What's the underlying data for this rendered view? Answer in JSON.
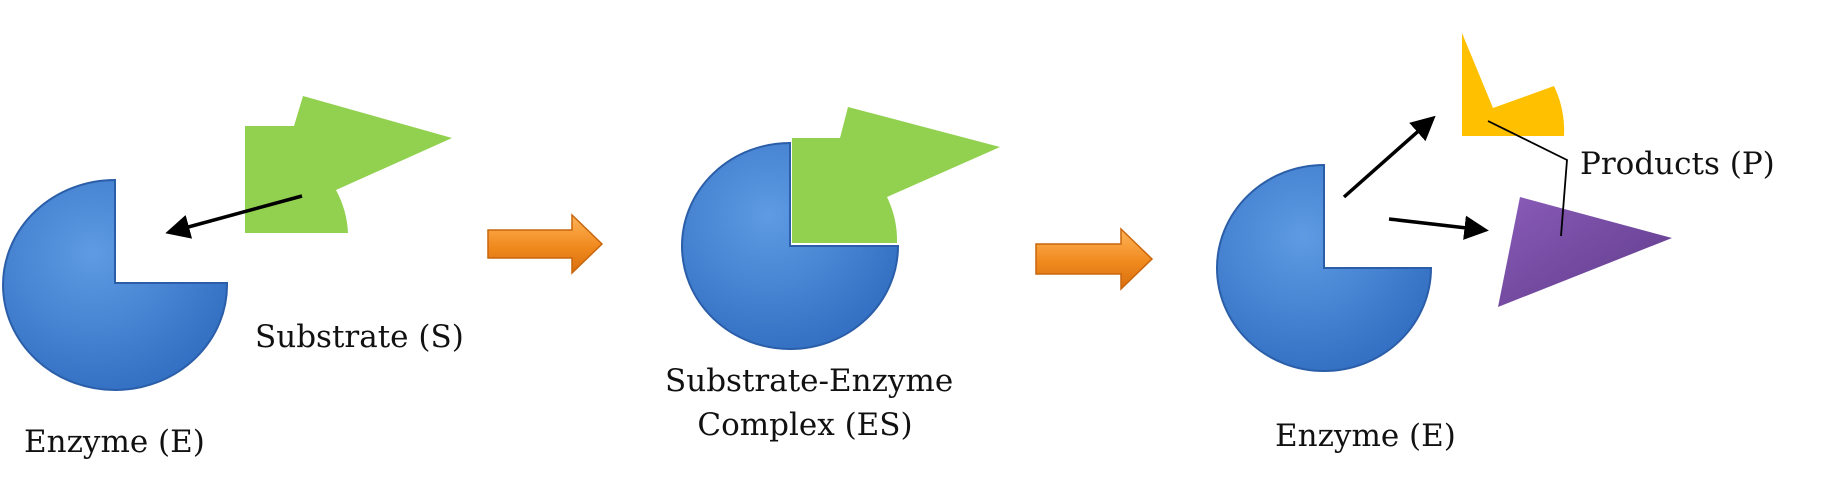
{
  "labels": {
    "enzyme_left": "Enzyme (E)",
    "substrate": "Substrate (S)",
    "complex_line1": "Substrate-Enzyme",
    "complex_line2": "Complex (ES)",
    "enzyme_right": "Enzyme (E)",
    "products": "Products (P)"
  },
  "colors": {
    "enzyme": "#3f7fd0",
    "substrate": "#92d050",
    "product_yellow": "#ffc000",
    "product_purple": "#7a4fa3",
    "process_arrow": "#f28c28",
    "pointer": "#000000"
  }
}
